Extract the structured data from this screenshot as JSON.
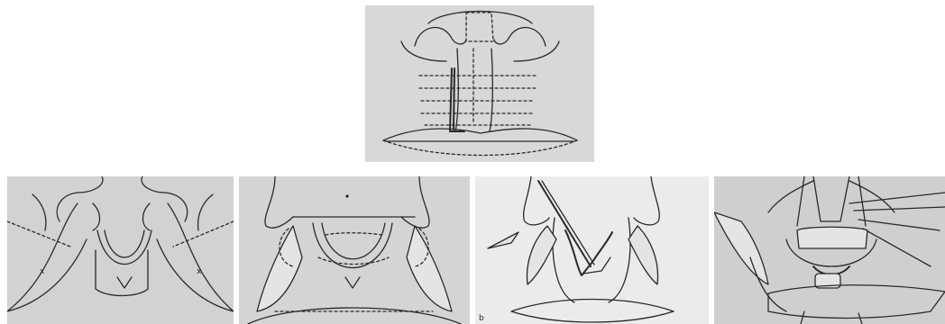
{
  "figure": {
    "panels": [
      {
        "id": "top",
        "icon": "lip-repair-sutured-closure-icon"
      },
      {
        "id": "step-1",
        "icon": "flap-incision-markings-icon"
      },
      {
        "id": "step-2",
        "icon": "flaps-elevated-dashed-outline-icon"
      },
      {
        "id": "step-3",
        "icon": "flaps-rotated-with-instrument-icon",
        "label": "b"
      },
      {
        "id": "step-4",
        "icon": "deep-layer-sutures-icon"
      }
    ]
  }
}
